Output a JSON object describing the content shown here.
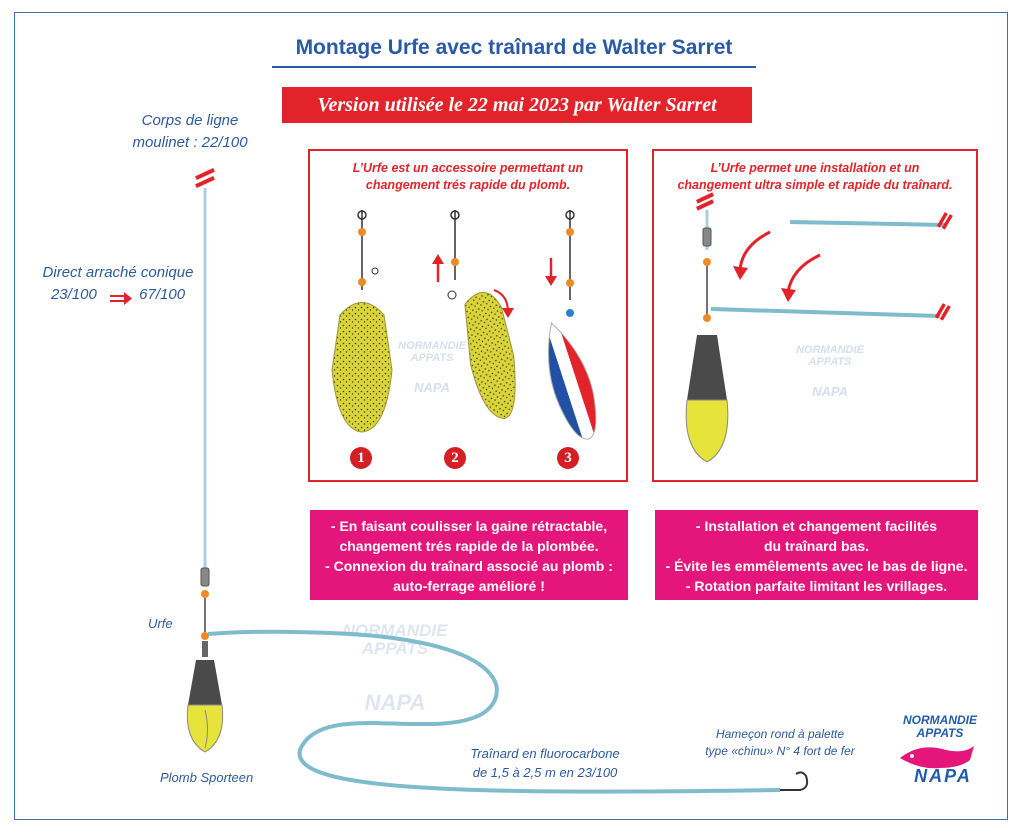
{
  "title": "Montage Urfe avec traînard de Walter Sarret",
  "banner": "Version utilisée le 22 mai 2023 par Walter Sarret",
  "labels": {
    "corps_line1": "Corps de ligne",
    "corps_line2": "moulinet : 22/100",
    "direct_line1": "Direct arraché conique",
    "direct_from": "23/100",
    "direct_to": "67/100",
    "urfe": "Urfe",
    "plomb": "Plomb Sporteen",
    "trainard_line1": "Traînard en fluorocarbone",
    "trainard_line2": "de 1,5 à 2,5 m en 23/100",
    "hook_line1": "Hameçon rond à palette",
    "hook_line2": "type «chinu» N° 4 fort de fer"
  },
  "panel_left": {
    "caption_line1": "L’Urfe est un accessoire permettant un",
    "caption_line2": "changement trés rapide du plomb.",
    "steps": [
      "1",
      "2",
      "3"
    ]
  },
  "panel_right": {
    "caption_line1": "L’Urfe permet une installation et un",
    "caption_line2": "changement ultra simple et rapide du traînard."
  },
  "box_left": {
    "lines": [
      "-  En faisant coulisser la gaine rétractable,",
      "changement trés rapide de la plombée.",
      "- Connexion du traînard associé au plomb :",
      "auto-ferrage amélioré !"
    ]
  },
  "box_right": {
    "lines": [
      "- Installation et changement facilités",
      "du traînard bas.",
      "- Évite les emmêlements avec le bas de ligne.",
      "- Rotation parfaite limitant les vrillages."
    ]
  },
  "logo": {
    "line1": "NORMANDIE",
    "line2": "APPATS",
    "mark": "NAPA"
  },
  "colors": {
    "accent_blue": "#2a5aa6",
    "red": "#e2242a",
    "pink": "#e4157b",
    "line_blue": "#7fbccb",
    "lead_yellow": "#e6e33a",
    "lead_grey": "#4a4a4a"
  }
}
